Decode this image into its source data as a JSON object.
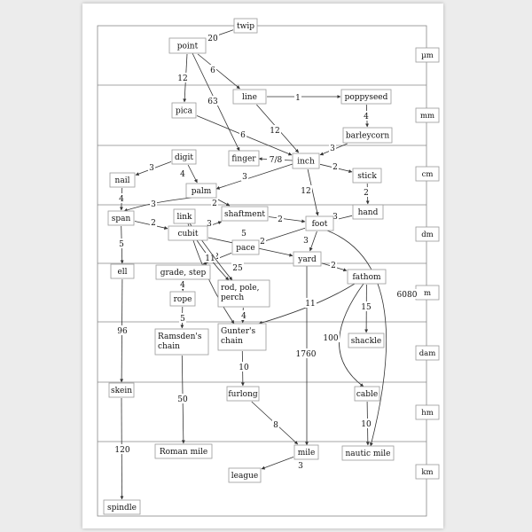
{
  "bands": [
    "µm",
    "mm",
    "cm",
    "dm",
    "m",
    "dam",
    "hm",
    "km"
  ],
  "nodes": [
    {
      "id": "twip",
      "label": [
        "twip"
      ]
    },
    {
      "id": "point",
      "label": [
        "point"
      ]
    },
    {
      "id": "line",
      "label": [
        "line"
      ]
    },
    {
      "id": "poppyseed",
      "label": [
        "poppyseed"
      ]
    },
    {
      "id": "pica",
      "label": [
        "pica"
      ]
    },
    {
      "id": "barleycorn",
      "label": [
        "barleycorn"
      ]
    },
    {
      "id": "digit",
      "label": [
        "digit"
      ]
    },
    {
      "id": "finger",
      "label": [
        "finger"
      ]
    },
    {
      "id": "inch",
      "label": [
        "inch"
      ]
    },
    {
      "id": "nail",
      "label": [
        "nail"
      ]
    },
    {
      "id": "stick",
      "label": [
        "stick"
      ]
    },
    {
      "id": "palm",
      "label": [
        "palm"
      ]
    },
    {
      "id": "hand",
      "label": [
        "hand"
      ]
    },
    {
      "id": "span",
      "label": [
        "span"
      ]
    },
    {
      "id": "link",
      "label": [
        "link"
      ]
    },
    {
      "id": "shaftment",
      "label": [
        "shaftment"
      ]
    },
    {
      "id": "foot",
      "label": [
        "foot"
      ]
    },
    {
      "id": "cubit",
      "label": [
        "cubit"
      ]
    },
    {
      "id": "pace",
      "label": [
        "pace"
      ]
    },
    {
      "id": "yard",
      "label": [
        "yard"
      ]
    },
    {
      "id": "ell",
      "label": [
        "ell"
      ]
    },
    {
      "id": "grade",
      "label": [
        "grade, step"
      ]
    },
    {
      "id": "rod",
      "label": [
        "rod,  pole,",
        "perch"
      ]
    },
    {
      "id": "fathom",
      "label": [
        "fathom"
      ]
    },
    {
      "id": "rope",
      "label": [
        "rope"
      ]
    },
    {
      "id": "ramsden",
      "label": [
        "Ramsden's",
        "chain"
      ]
    },
    {
      "id": "gunter",
      "label": [
        "Gunter's",
        "chain"
      ]
    },
    {
      "id": "shackle",
      "label": [
        "shackle"
      ]
    },
    {
      "id": "skein",
      "label": [
        "skein"
      ]
    },
    {
      "id": "furlong",
      "label": [
        "furlong"
      ]
    },
    {
      "id": "cable",
      "label": [
        "cable"
      ]
    },
    {
      "id": "romanmile",
      "label": [
        "Roman mile"
      ]
    },
    {
      "id": "mile",
      "label": [
        "mile"
      ]
    },
    {
      "id": "nauticmile",
      "label": [
        "nautic mile"
      ]
    },
    {
      "id": "league",
      "label": [
        "league"
      ]
    },
    {
      "id": "spindle",
      "label": [
        "spindle"
      ]
    }
  ],
  "edges": [
    {
      "from": "twip",
      "to": "point",
      "label": "20"
    },
    {
      "from": "point",
      "to": "line",
      "label": "6"
    },
    {
      "from": "point",
      "to": "pica",
      "label": "12"
    },
    {
      "from": "point",
      "to": "finger",
      "label": "63"
    },
    {
      "from": "line",
      "to": "poppyseed",
      "label": "1"
    },
    {
      "from": "line",
      "to": "inch",
      "label": "12"
    },
    {
      "from": "poppyseed",
      "to": "barleycorn",
      "label": "4"
    },
    {
      "from": "pica",
      "to": "inch",
      "label": "6"
    },
    {
      "from": "barleycorn",
      "to": "inch",
      "label": "3"
    },
    {
      "from": "inch",
      "to": "finger",
      "label": "7/8"
    },
    {
      "from": "inch",
      "to": "stick",
      "label": "2"
    },
    {
      "from": "inch",
      "to": "palm",
      "label": "3"
    },
    {
      "from": "inch",
      "to": "foot",
      "label": "12"
    },
    {
      "from": "digit",
      "to": "nail",
      "label": "3"
    },
    {
      "from": "digit",
      "to": "palm",
      "label": "4"
    },
    {
      "from": "nail",
      "to": "span",
      "label": "4"
    },
    {
      "from": "palm",
      "to": "span",
      "label": "3"
    },
    {
      "from": "palm",
      "to": "shaftment",
      "label": "2"
    },
    {
      "from": "stick",
      "to": "hand",
      "label": "2"
    },
    {
      "from": "hand",
      "to": "foot",
      "label": "3"
    },
    {
      "from": "shaftment",
      "to": "foot",
      "label": "2"
    },
    {
      "from": "span",
      "to": "cubit",
      "label": "2"
    },
    {
      "from": "span",
      "to": "ell",
      "label": "5"
    },
    {
      "from": "cubit",
      "to": "shaftment",
      "label": "3"
    },
    {
      "from": "foot",
      "to": "pace",
      "label": "5"
    },
    {
      "from": "foot",
      "to": "yard",
      "label": "3"
    },
    {
      "from": "foot",
      "to": "nauticmile",
      "label": "6080"
    },
    {
      "from": "cubit",
      "to": "yard",
      "label": "2"
    },
    {
      "from": "pace",
      "to": "grade",
      "label": "2"
    },
    {
      "from": "link",
      "to": "gunter",
      "label": "100"
    },
    {
      "from": "yard",
      "to": "fathom",
      "label": "2"
    },
    {
      "from": "yard",
      "to": "mile",
      "label": "1760"
    },
    {
      "from": "cubit",
      "to": "rod",
      "label": "11"
    },
    {
      "from": "link",
      "to": "rod",
      "label": "25"
    },
    {
      "from": "rod",
      "to": "gunter",
      "label": "4"
    },
    {
      "from": "fathom",
      "to": "gunter",
      "label": "11"
    },
    {
      "from": "fathom",
      "to": "shackle",
      "label": "15"
    },
    {
      "from": "grade",
      "to": "rope",
      "label": "4"
    },
    {
      "from": "rope",
      "to": "ramsden",
      "label": "5"
    },
    {
      "from": "ell",
      "to": "skein",
      "label": "96"
    },
    {
      "from": "ramsden",
      "to": "romanmile",
      "label": "50"
    },
    {
      "from": "gunter",
      "to": "furlong",
      "label": "10"
    },
    {
      "from": "fathom",
      "to": "cable",
      "label": "100"
    },
    {
      "from": "furlong",
      "to": "mile",
      "label": "8"
    },
    {
      "from": "cable",
      "to": "nauticmile",
      "label": "10"
    },
    {
      "from": "mile",
      "to": "league",
      "label": "3"
    },
    {
      "from": "skein",
      "to": "spindle",
      "label": "120"
    }
  ]
}
